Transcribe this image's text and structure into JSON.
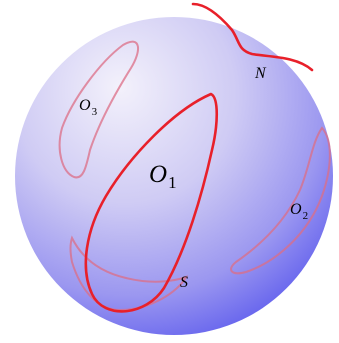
{
  "labels": {
    "north": "N",
    "south": "S",
    "o1_base": "O",
    "o1_sub": "1",
    "o2_base": "O",
    "o2_sub": "2",
    "o3_base": "O",
    "o3_sub": "3"
  },
  "colors": {
    "background": "#ffffff",
    "sphere_highlight": "#f3f1fb",
    "sphere_mid": "#c6c2f2",
    "sphere_edge": "#6a68ee",
    "bold_curve": "#e8202a",
    "faint_curve": "#dc6d86",
    "text": "#000000"
  }
}
